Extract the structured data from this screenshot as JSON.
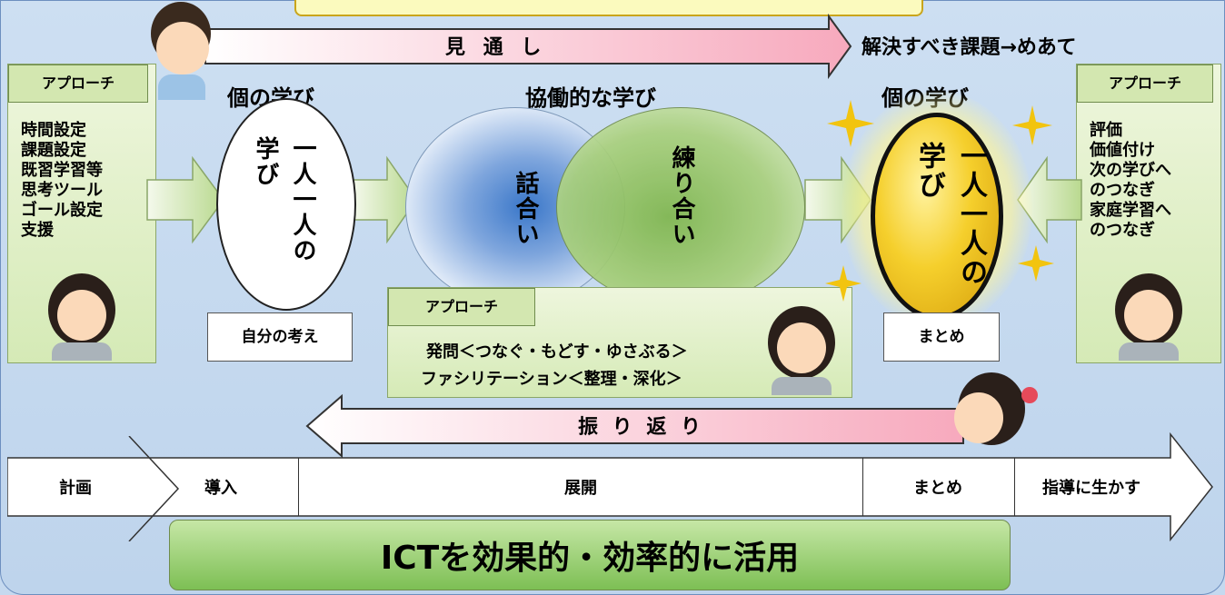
{
  "top": {
    "mitoshi_label": "見 通 し",
    "goal_label": "解決すべき課題→めあて"
  },
  "headers": {
    "individual_left": "個の学び",
    "collaborative": "協働的な学び",
    "individual_right": "個の学び"
  },
  "left_panel": {
    "title": "アプローチ",
    "items": "時間設定\n課題設定\n既習学習等\n思考ツール\nゴール設定\n支援"
  },
  "right_panel": {
    "title": "アプローチ",
    "items": "評価\n価値付け\n次の学びへ\nのつなぎ\n家庭学習へ\nのつなぎ"
  },
  "ovals": {
    "left_col1": "一人一人の",
    "left_col2": "学び",
    "talk": "話合い",
    "refine": "練り合い",
    "right_col1": "一人一人の",
    "right_col2": "学び"
  },
  "boxes": {
    "own_thought": "自分の考え",
    "summary": "まとめ"
  },
  "center_panel": {
    "title": "アプローチ",
    "line1": "発問＜つなぐ・もどす・ゆさぶる＞",
    "line2": "ファシリテーション＜整理・深化＞"
  },
  "reflection_label": "振 り 返 り",
  "timeline": [
    "計画",
    "導入",
    "展開",
    "まとめ",
    "指導に生かす"
  ],
  "ict_label": "ICTを効果的・効率的に活用",
  "colors": {
    "panel_green": "#d3e7b0",
    "gold": "#f2c40f",
    "pink_arrow": "#f7c6d0",
    "ict_green": "#8fc96b"
  }
}
